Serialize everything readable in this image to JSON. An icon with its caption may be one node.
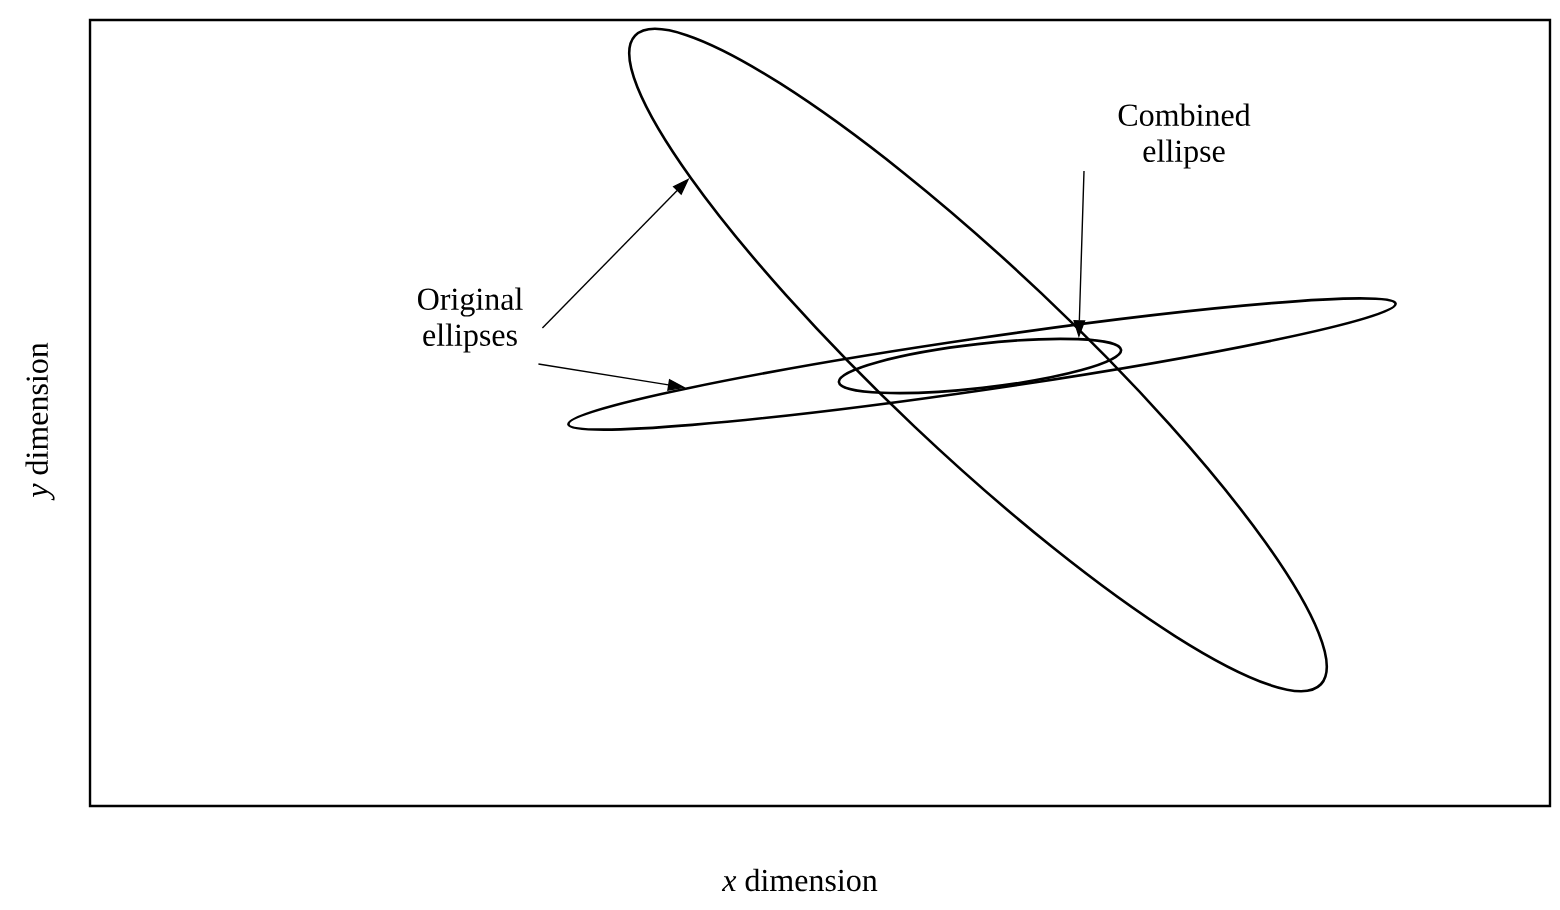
{
  "diagram": {
    "nodes": [
      {
        "text": [
          "Original ellipses"
        ]
      },
      {
        "text": [
          "Combined ellipse"
        ]
      },
      {
        "text": [],
        "shape": "ellipse"
      },
      {
        "text": [],
        "shape": "ellipse"
      },
      {
        "text": [],
        "shape": "ellipse",
        "in": 3
      }
    ],
    "edges": [
      {
        "from": 0,
        "to": 2,
        "arrow": "to"
      },
      {
        "from": 0,
        "to": 3,
        "arrow": "to"
      },
      {
        "from": 1,
        "to": 4,
        "arrow": "to"
      }
    ],
    "labels": [
      "*y* dimension",
      "*x* dimension"
    ]
  }
}
